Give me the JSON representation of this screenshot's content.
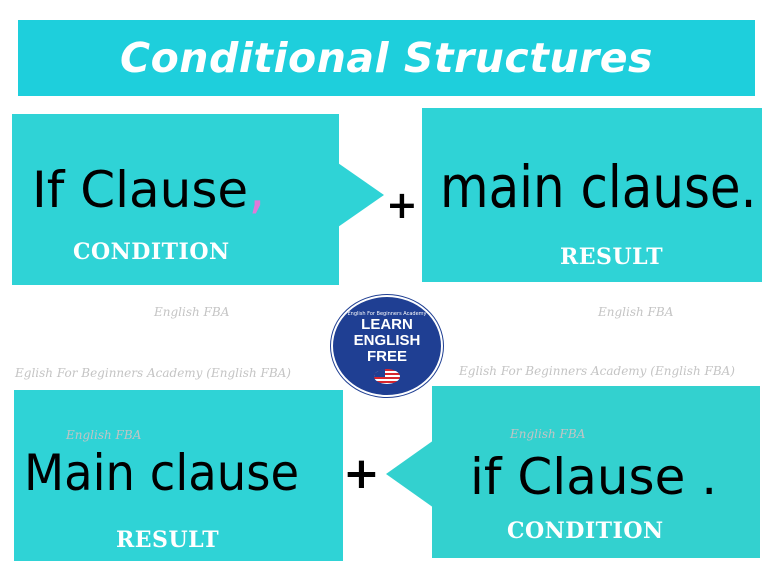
{
  "title": "Conditional Structures",
  "top_left": {
    "clause": "If Clause",
    "comma": ",",
    "label": "CONDITION"
  },
  "top_right": {
    "clause": "main clause.",
    "label": "RESULT"
  },
  "bottom_left": {
    "clause": "Main clause",
    "label": "RESULT"
  },
  "bottom_right": {
    "clause": "if Clause .",
    "label": "CONDITION"
  },
  "operators": {
    "plus_top": "+",
    "plus_bottom": "+"
  },
  "watermarks": {
    "wm1": "English FBA",
    "wm2": "English FBA",
    "wm3": "Eglish For Beginners Academy (English FBA)",
    "wm4": "Eglish For Beginners Academy (English FBA)",
    "wm5": "English FBA",
    "wm6": "English FBA"
  },
  "logo": {
    "small_text": "English For Beginners Academy",
    "line1": "LEARN",
    "line2": "ENGLISH",
    "line3": "FREE"
  },
  "colors": {
    "title_bg": "#1ecfdc",
    "box_bg": "#2fd3d6",
    "comma": "#e07ad8",
    "logo_bg": "#1f3f93"
  }
}
